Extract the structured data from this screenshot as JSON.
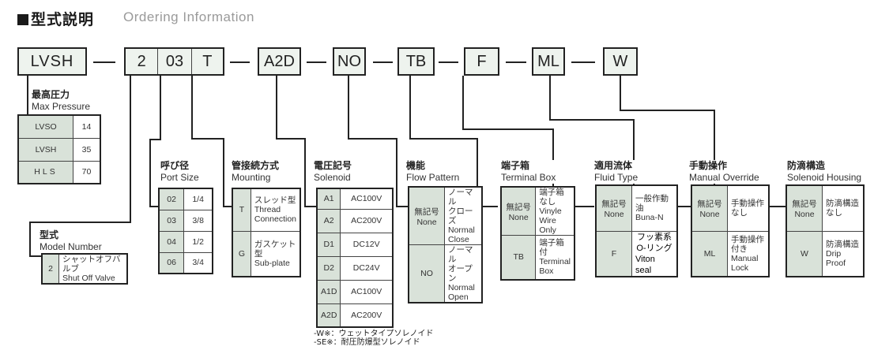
{
  "header": {
    "title_jp": "型式説明",
    "title_en": "Ordering Information"
  },
  "code": {
    "series": "LVSH",
    "model": "2",
    "port": "03",
    "mount": "T",
    "solenoid": "A2D",
    "flow": "NO",
    "terminal": "TB",
    "fluid": "F",
    "manual": "ML",
    "housing": "W"
  },
  "colors": {
    "key_cell": "#d9e2d9",
    "code_box": "#eef3ee",
    "line": "#222222"
  },
  "sections": {
    "pressure": {
      "jp": "最高圧力",
      "en": "Max Pressure",
      "rows": [
        {
          "k": "LVSO",
          "v": "14"
        },
        {
          "k": "LVSH",
          "v": "35"
        },
        {
          "k": "HLS",
          "v": "70"
        }
      ]
    },
    "model": {
      "jp": "型式",
      "en": "Model Number",
      "rows": [
        {
          "k": "2",
          "v1": "シャットオフバルブ",
          "v2": "Shut Off Valve"
        }
      ]
    },
    "port": {
      "jp": "呼び径",
      "en": "Port Size",
      "rows": [
        {
          "k": "02",
          "v": "1/4"
        },
        {
          "k": "03",
          "v": "3/8"
        },
        {
          "k": "04",
          "v": "1/2"
        },
        {
          "k": "06",
          "v": "3/4"
        }
      ]
    },
    "mounting": {
      "jp": "管接続方式",
      "en": "Mounting",
      "rows": [
        {
          "k": "T",
          "v1": "スレッド型",
          "v2": "Thread",
          "v3": "Connection"
        },
        {
          "k": "G",
          "v1": "ガスケット型",
          "v2": "Sub-plate"
        }
      ]
    },
    "solenoid": {
      "jp": "電圧記号",
      "en": "Solenoid",
      "rows": [
        {
          "k": "A1",
          "v": "AC100V"
        },
        {
          "k": "A2",
          "v": "AC200V"
        },
        {
          "k": "D1",
          "v": "DC12V"
        },
        {
          "k": "D2",
          "v": "DC24V"
        },
        {
          "k": "A1D",
          "v": "AC100V"
        },
        {
          "k": "A2D",
          "v": "AC200V"
        }
      ],
      "notes": [
        "-W※：ウェットタイプソレノイド",
        "-SE※：耐圧防爆型ソレノイド"
      ]
    },
    "flow": {
      "jp": "機能",
      "en": "Flow Pattern",
      "rows": [
        {
          "k1": "無記号",
          "k2": "None",
          "v1": "ノーマル",
          "v2": "クローズ",
          "v3": "Normal",
          "v4": "Close"
        },
        {
          "k1": "NO",
          "v1": "ノーマル",
          "v2": "オープン",
          "v3": "Normal",
          "v4": "Open"
        }
      ]
    },
    "terminal": {
      "jp": "端子箱",
      "en": "Terminal Box",
      "rows": [
        {
          "k1": "無記号",
          "k2": "None",
          "v1": "端子箱なし",
          "v2": "Vinyle",
          "v3": "Wire",
          "v4": "Only"
        },
        {
          "k1": "TB",
          "v1": "端子箱付",
          "v2": "Terminal",
          "v3": "Box"
        }
      ]
    },
    "fluid": {
      "jp": "適用流体",
      "en": "Fluid Type",
      "rows": [
        {
          "k1": "無記号",
          "k2": "None",
          "v1": "一般作動油",
          "v2": "Buna-N"
        },
        {
          "k1": "F",
          "v1": "フッ素系",
          "v2": "O-リング",
          "v3": "Viton seal"
        }
      ]
    },
    "manual": {
      "jp": "手動操作",
      "en": "Manual Override",
      "rows": [
        {
          "k1": "無記号",
          "k2": "None",
          "v1": "手動操作",
          "v2": "なし"
        },
        {
          "k1": "ML",
          "v1": "手動操作",
          "v2": "付き",
          "v3": "Manual",
          "v4": "Lock"
        }
      ]
    },
    "housing": {
      "jp": "防滴構造",
      "en": "Solenoid Housing",
      "rows": [
        {
          "k1": "無記号",
          "k2": "None",
          "v1": "防滴構造",
          "v2": "なし"
        },
        {
          "k1": "W",
          "v1": "防滴構造",
          "v2": "Drip",
          "v3": "Proof"
        }
      ]
    }
  }
}
